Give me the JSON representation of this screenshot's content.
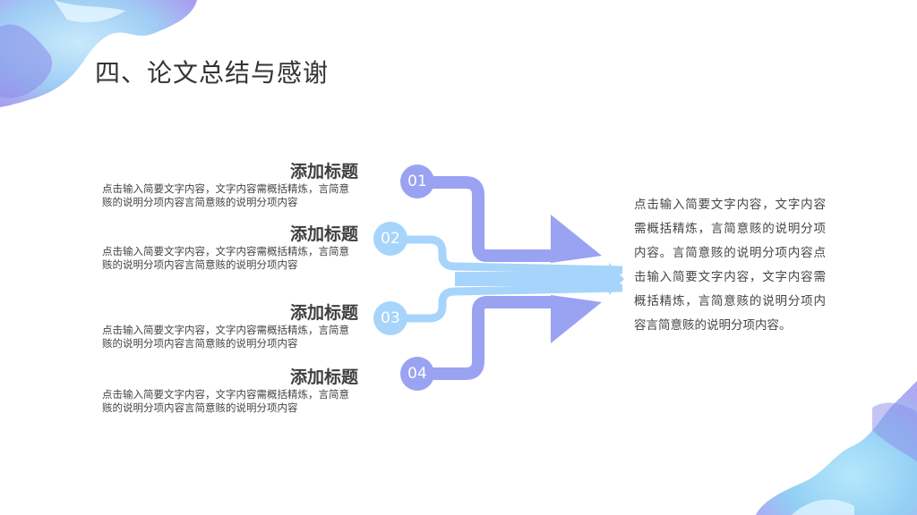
{
  "title": "四、论文总结与感谢",
  "items": [
    {
      "number": "01",
      "heading": "添加标题",
      "desc": "点击输入简要文字内容，文字内容需概括精炼，言简意赅的说明分项内容言简意赅的说明分项内容"
    },
    {
      "number": "02",
      "heading": "添加标题",
      "desc": "点击输入简要文字内容，文字内容需概括精炼，言简意赅的说明分项内容言简意赅的说明分项内容"
    },
    {
      "number": "03",
      "heading": "添加标题",
      "desc": "点击输入简要文字内容，文字内容需概括精炼，言简意赅的说明分项内容言简意赅的说明分项内容"
    },
    {
      "number": "04",
      "heading": "添加标题",
      "desc": "点击输入简要文字内容，文字内容需概括精炼，言简意赅的说明分项内容言简意赅的说明分项内容"
    }
  ],
  "summary": "点击输入简要文字内容，文字内容需概括精炼，言简意赅的说明分项内容。言简意赅的说明分项内容点击输入简要文字内容，文字内容需概括精炼，言简意赅的说明分项内容言简意赅的说明分项内容。",
  "colors": {
    "purple": "#9aa2f2",
    "light_blue": "#a6d4fb"
  }
}
